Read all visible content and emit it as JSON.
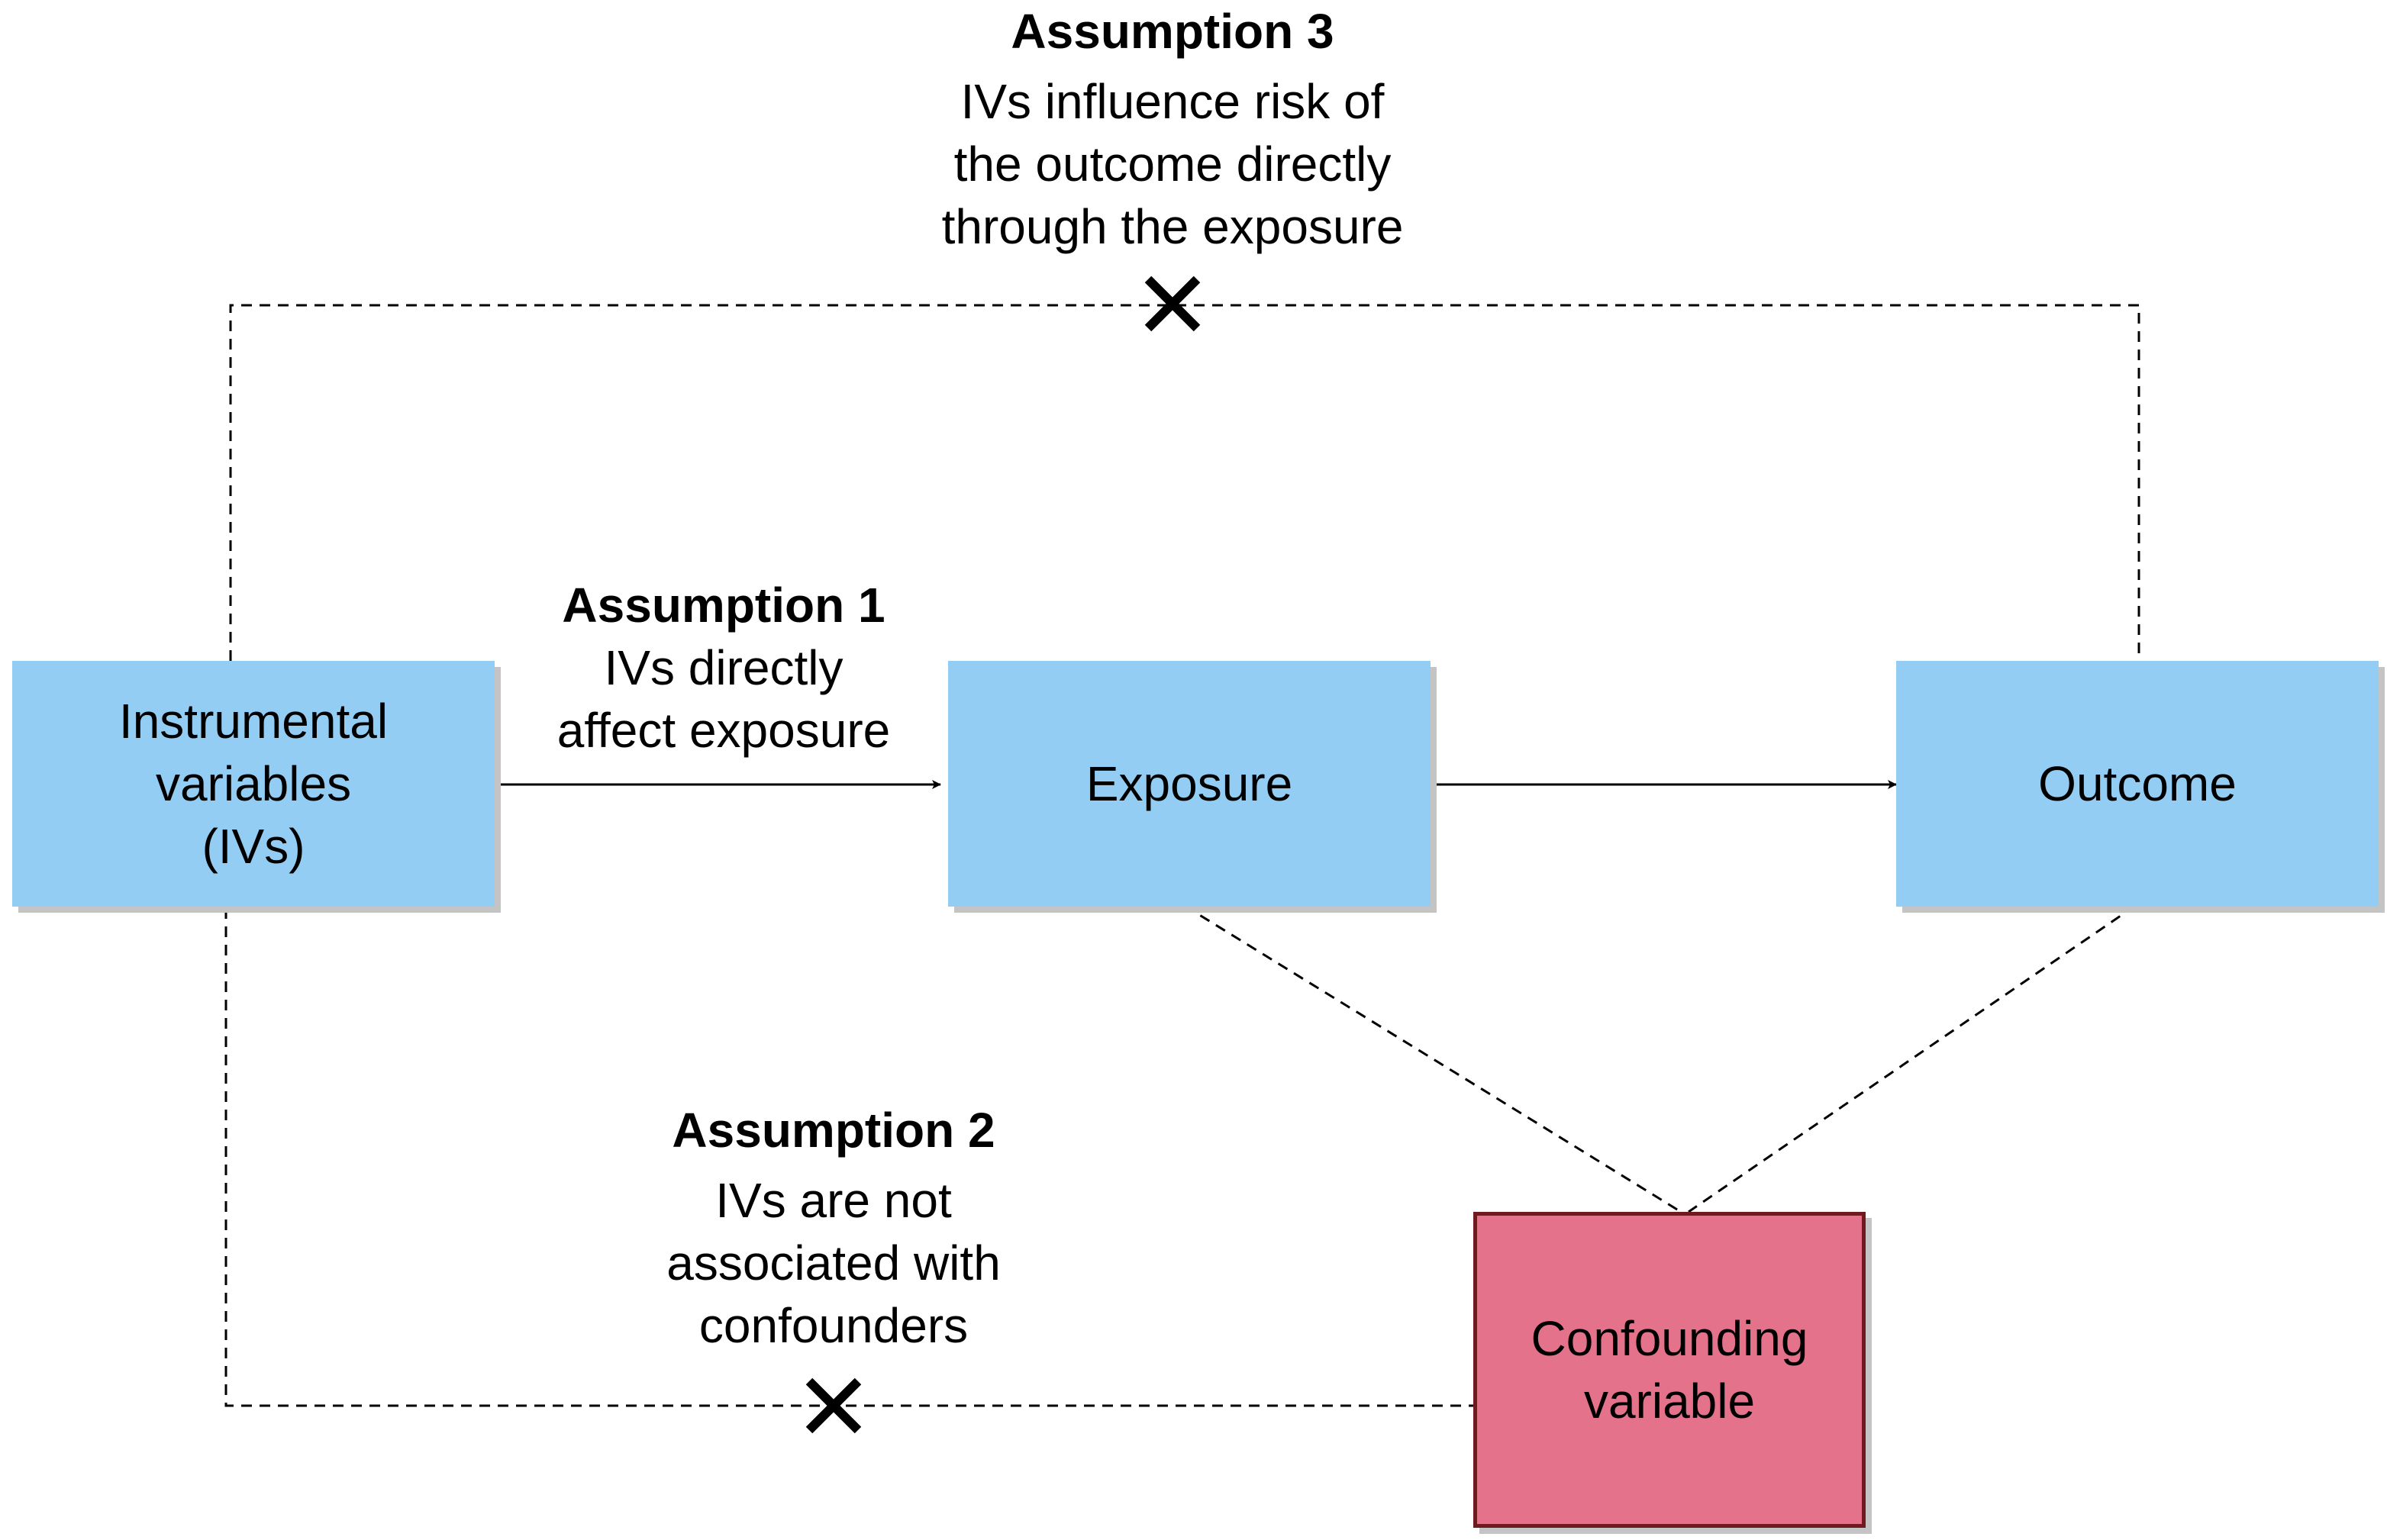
{
  "colors": {
    "node_fill": "#93cdf3",
    "confounder_fill": "#e3728a",
    "confounder_border": "#6e1a1e",
    "line": "#000000"
  },
  "nodes": {
    "instrument": {
      "lines": [
        "Instrumental",
        "variables",
        "(IVs)"
      ]
    },
    "exposure": {
      "lines": [
        "Exposure"
      ]
    },
    "outcome": {
      "lines": [
        "Outcome"
      ]
    },
    "confounder": {
      "lines": [
        "Confounding",
        "variable"
      ]
    }
  },
  "assumptions": {
    "a1": {
      "title": "Assumption 1",
      "lines": [
        "IVs directly",
        "affect exposure"
      ]
    },
    "a2": {
      "title": "Assumption 2",
      "lines": [
        "IVs are not",
        "associated with",
        "confounders"
      ]
    },
    "a3": {
      "title": "Assumption 3",
      "lines": [
        "IVs influence risk of",
        "the outcome directly",
        "through the exposure"
      ]
    }
  },
  "edges": [
    {
      "from": "instrument",
      "to": "exposure",
      "style": "solid",
      "arrow": true
    },
    {
      "from": "exposure",
      "to": "outcome",
      "style": "solid",
      "arrow": true
    },
    {
      "from": "instrument",
      "to": "outcome",
      "style": "dashed",
      "arrow": false,
      "blocked": true
    },
    {
      "from": "instrument",
      "to": "confounder",
      "style": "dashed",
      "arrow": false,
      "blocked": true
    },
    {
      "from": "confounder",
      "to": "exposure",
      "style": "dashed",
      "arrow": false
    },
    {
      "from": "confounder",
      "to": "outcome",
      "style": "dashed",
      "arrow": false
    }
  ]
}
